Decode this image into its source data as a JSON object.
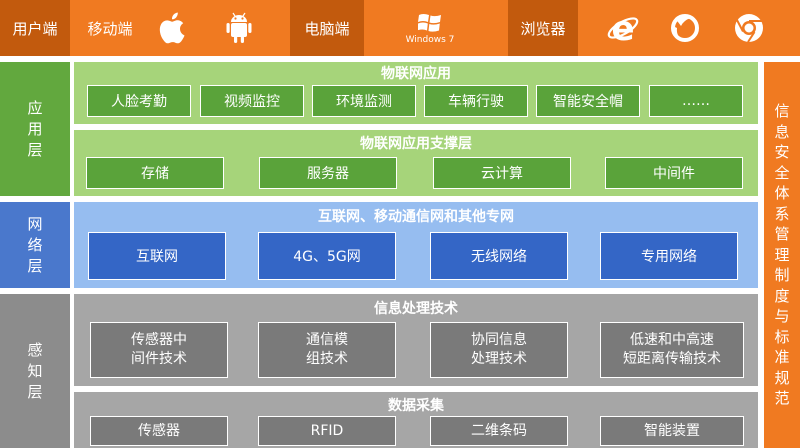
{
  "topbar": {
    "user": "用户端",
    "mobile": "移动端",
    "pc": "电脑端",
    "windows_text": "Windows 7",
    "browser": "浏览器",
    "icons": [
      "apple-icon",
      "android-icon",
      "windows-icon",
      "ie-icon",
      "firefox-icon",
      "chrome-icon"
    ]
  },
  "layers": {
    "application": [
      "应",
      "用",
      "层"
    ],
    "network": [
      "网",
      "络",
      "层"
    ],
    "perception": [
      "感",
      "知",
      "层"
    ]
  },
  "iot_app": {
    "title": "物联网应用",
    "items": [
      "人脸考勤",
      "视频监控",
      "环境监测",
      "车辆行驶",
      "智能安全帽",
      "……"
    ]
  },
  "support": {
    "title": "物联网应用支撑层",
    "items": [
      "存储",
      "服务器",
      "云计算",
      "中间件"
    ]
  },
  "network": {
    "title": "互联网、移动通信网和其他专网",
    "items": [
      "互联网",
      "4G、5G网",
      "无线网络",
      "专用网络"
    ]
  },
  "info": {
    "title": "信息处理技术",
    "items": [
      [
        "传感器中",
        "间件技术"
      ],
      [
        "通信模",
        "组技术"
      ],
      [
        "协同信息",
        "处理技术"
      ],
      [
        "低速和中高速",
        "短距离传输技术"
      ]
    ]
  },
  "collect": {
    "title": "数据采集",
    "items": [
      "传感器",
      "RFID",
      "二维条码",
      "智能装置"
    ]
  },
  "security": [
    "信",
    "息",
    "安",
    "全",
    "体",
    "系",
    "管",
    "理",
    "制",
    "度",
    "与",
    "标",
    "准",
    "规",
    "范"
  ],
  "colors": {
    "orange": "#f07a21",
    "dark_orange": "#c25a0d",
    "green": "#5aa33a",
    "light_green": "#a6d47a",
    "blue": "#3466c6",
    "light_blue": "#96bdf0",
    "gray": "#7a7a7a",
    "light_gray": "#a6a6a6",
    "layer_green": "#62a83e",
    "layer_blue": "#4a78cc",
    "layer_gray": "#8c8c8c"
  }
}
